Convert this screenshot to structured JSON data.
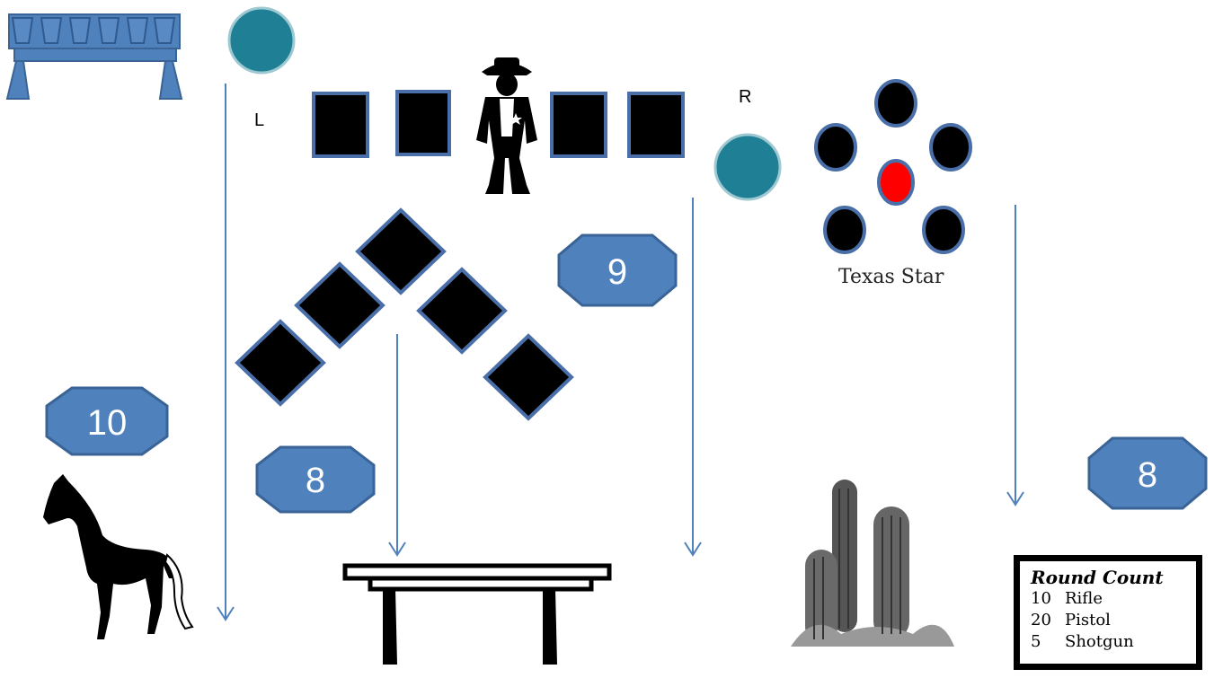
{
  "labels": {
    "left": "L",
    "right": "R"
  },
  "texas_star": {
    "label": "Texas Star"
  },
  "stage_numbers": [
    "10",
    "8",
    "9",
    "8"
  ],
  "round_count": {
    "title": "Round Count",
    "items": [
      {
        "count": "10",
        "weapon": "Rifle"
      },
      {
        "count": "20",
        "weapon": "Pistol"
      },
      {
        "count": "5",
        "weapon": "Shotgun"
      }
    ]
  },
  "colors": {
    "target_fill": "#000000",
    "target_border": "#4a6fa8",
    "octagon_fill": "#4f81bd",
    "octagon_border": "#3a6496",
    "teal_fill": "#1f7f94",
    "teal_border": "#9fc9d2",
    "arrow": "#4f81bd",
    "star_center": "#ff0000"
  }
}
